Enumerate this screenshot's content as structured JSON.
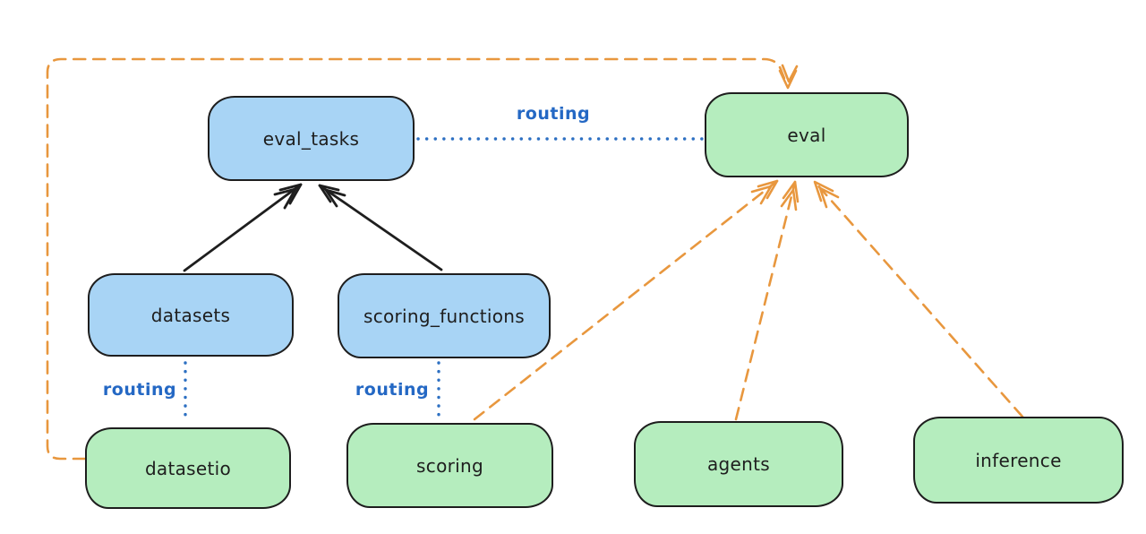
{
  "diagram": {
    "type": "architecture-diagram",
    "labels": {
      "routing": "routing"
    },
    "nodes": {
      "eval_tasks": {
        "label": "eval_tasks",
        "kind": "api",
        "color": "#a8d4f5"
      },
      "datasets": {
        "label": "datasets",
        "kind": "api",
        "color": "#a8d4f5"
      },
      "scoring_functions": {
        "label": "scoring_functions",
        "kind": "api",
        "color": "#a8d4f5"
      },
      "eval": {
        "label": "eval",
        "kind": "provider",
        "color": "#b5edbe"
      },
      "datasetio": {
        "label": "datasetio",
        "kind": "provider",
        "color": "#b5edbe"
      },
      "scoring": {
        "label": "scoring",
        "kind": "provider",
        "color": "#b5edbe"
      },
      "agents": {
        "label": "agents",
        "kind": "provider",
        "color": "#b5edbe"
      },
      "inference": {
        "label": "inference",
        "kind": "provider",
        "color": "#b5edbe"
      }
    },
    "edges": [
      {
        "from": "datasets",
        "to": "eval_tasks",
        "style": "solid-arrow"
      },
      {
        "from": "scoring_functions",
        "to": "eval_tasks",
        "style": "solid-arrow"
      },
      {
        "from": "eval_tasks",
        "to": "eval",
        "style": "dotted",
        "label": "routing"
      },
      {
        "from": "datasets",
        "to": "datasetio",
        "style": "dotted",
        "label": "routing"
      },
      {
        "from": "scoring_functions",
        "to": "scoring",
        "style": "dotted",
        "label": "routing"
      },
      {
        "from": "datasetio",
        "to": "eval",
        "style": "dashed-arrow"
      },
      {
        "from": "scoring",
        "to": "eval",
        "style": "dashed-arrow"
      },
      {
        "from": "agents",
        "to": "eval",
        "style": "dashed-arrow"
      },
      {
        "from": "inference",
        "to": "eval",
        "style": "dashed-arrow"
      }
    ],
    "colors": {
      "api_fill": "#a8d4f5",
      "provider_fill": "#b5edbe",
      "stroke": "#1e1e1e",
      "routing_blue": "#2c6fc2",
      "dependency_orange": "#e8973e",
      "background": "#ffffff"
    }
  }
}
